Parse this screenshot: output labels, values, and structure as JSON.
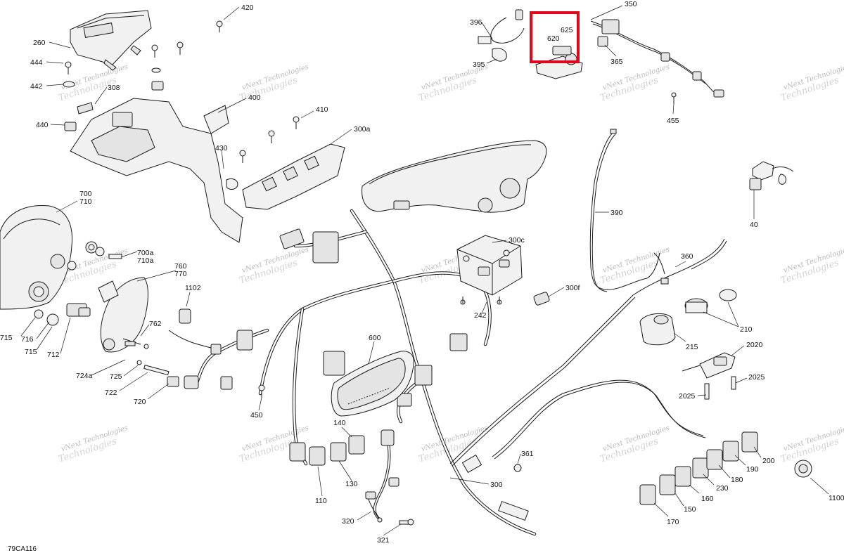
{
  "diagram_code": "79CA116",
  "highlight_color": "#e1061b",
  "watermark": {
    "line1": "vNext Technologies",
    "line2": "Technologies"
  },
  "callouts": {
    "c420": "420",
    "c260": "260",
    "c444": "444",
    "c442": "442",
    "c308": "308",
    "c440": "440",
    "c400": "400",
    "c410": "410",
    "c300a": "300a",
    "c430": "430",
    "c396": "396",
    "c395": "395",
    "c620": "620",
    "c625": "625",
    "c350": "350",
    "c365": "365",
    "c455": "455",
    "c40": "40",
    "c390": "390",
    "c360": "360",
    "c300c": "300c",
    "c300f": "300f",
    "c242": "242",
    "c700": "700",
    "c710": "710",
    "c700a": "700a",
    "c710a": "710a",
    "c760": "760",
    "c770": "770",
    "c1102": "1102",
    "c762": "762",
    "c715a": "715",
    "c716": "716",
    "c715b": "715",
    "c712": "712",
    "c724a": "724a",
    "c725": "725",
    "c722": "722",
    "c720": "720",
    "c600": "600",
    "c450": "450",
    "c140": "140",
    "c130": "130",
    "c110": "110",
    "c320": "320",
    "c321": "321",
    "c300": "300",
    "c361": "361",
    "c210": "210",
    "c215": "215",
    "c2020": "2020",
    "c2025a": "2025",
    "c2025b": "2025",
    "c200": "200",
    "c190": "190",
    "c180": "180",
    "c230": "230",
    "c160": "160",
    "c150": "150",
    "c170": "170",
    "c1100": "1100"
  }
}
